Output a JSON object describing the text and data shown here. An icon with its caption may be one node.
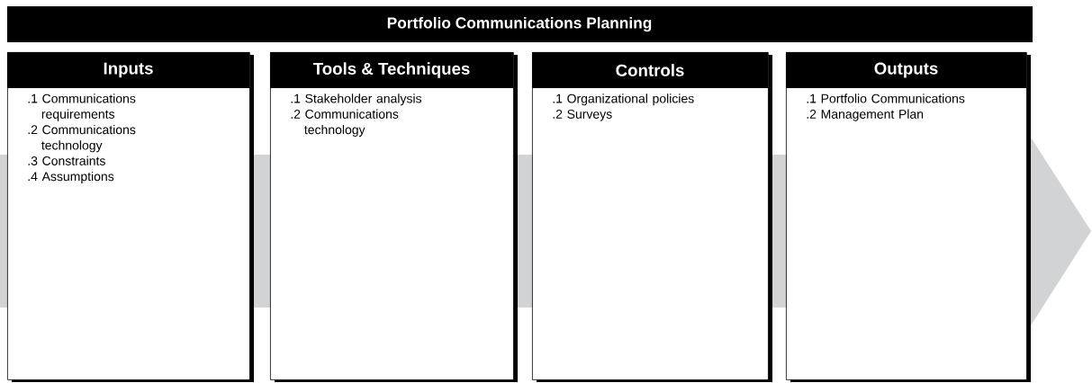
{
  "diagram": {
    "title": "Portfolio Communications Planning",
    "nodes": [
      {
        "text": [
          "Inputs",
          ".1 Communications requirements",
          ".2 Communications technology",
          ".3 Constraints",
          ".4 Assumptions"
        ]
      },
      {
        "text": [
          "Tools & Techniques",
          ".1 Stakeholder analysis",
          ".2 Communications technology"
        ]
      },
      {
        "text": [
          "Controls",
          ".1 Organizational policies",
          ".2 Surveys"
        ]
      },
      {
        "text": [
          "Outputs",
          ".1 Portfolio Communications",
          ".2 Management Plan"
        ]
      }
    ]
  }
}
